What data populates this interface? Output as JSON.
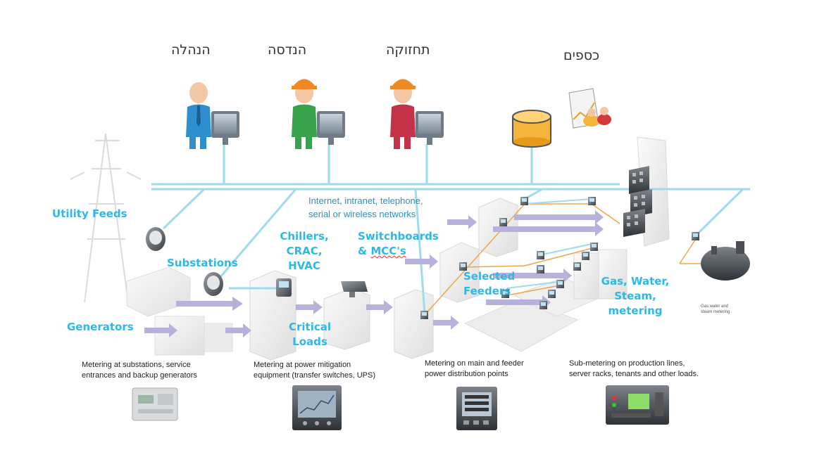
{
  "roles": [
    {
      "label": "הנהלה"
    },
    {
      "label": "הנדסה"
    },
    {
      "label": "תחזוקה"
    },
    {
      "label": "כספים"
    }
  ],
  "network": {
    "line1": "Internet, intranet, telephone,",
    "line2": "serial or wireless networks"
  },
  "labels": {
    "utility_feeds": "Utility Feeds",
    "substations": "Substations",
    "generators": "Generators",
    "chillers_1": "Chillers,",
    "chillers_2": "CRAC,",
    "chillers_3": "HVAC",
    "switchboards_1": "Switchboards",
    "switchboards_2a": "& ",
    "switchboards_2b": "MCC's",
    "critical_1": "Critical",
    "critical_2": "Loads",
    "selected_1": "Selected",
    "selected_2": "Feeders",
    "gas_1": "Gas, Water,",
    "gas_2": "Steam,",
    "gas_3": "metering",
    "tiny_1": "Gas water and",
    "tiny_2": "steam metering"
  },
  "captions": [
    {
      "line1": "Metering at substations, service",
      "line2": "entrances and backup generators"
    },
    {
      "line1": "Metering at power mitigation",
      "line2": "equipment (transfer switches, UPS)"
    },
    {
      "line1": "Metering on main and feeder",
      "line2": "power distribution points"
    },
    {
      "line1": "Sub-metering on production lines,",
      "line2": "server racks, tenants and other loads."
    }
  ],
  "icons": {
    "person": "person-with-monitor-icon",
    "database": "database-cylinder-icon",
    "finance": "finance-users-chart-icon",
    "meter": "power-meter-icon",
    "device": "metering-device-icon"
  },
  "colors": {
    "network_line": "#9fdbe9",
    "label_blue": "#2fb7e6",
    "feeder_line": "#f0a54a",
    "arrow": "#b7b2dc",
    "manager_body": "#2e8fcf",
    "engineer_body": "#3aa24a",
    "maintenance_body": "#c4324a",
    "helmet": "#ef8a23",
    "database": "#f5b53c"
  }
}
